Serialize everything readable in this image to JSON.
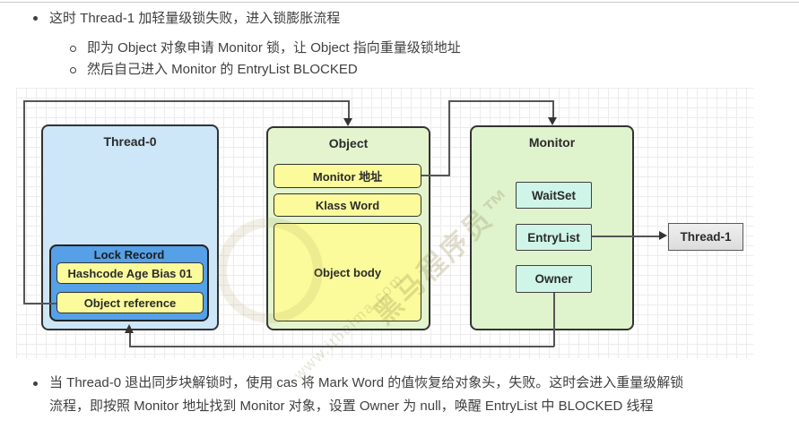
{
  "intro": {
    "bullet": "这时 Thread-1 加轻量级锁失败，进入锁膨胀流程",
    "sub_bullets": [
      "即为 Object 对象申请 Monitor 锁，让 Object 指向重量级锁地址",
      "然后自己进入 Monitor 的 EntryList BLOCKED"
    ]
  },
  "diagram": {
    "thread0": {
      "title": "Thread-0",
      "lock_record": {
        "title": "Lock Record",
        "fields": [
          "Hashcode Age Bias 01",
          "Object reference"
        ]
      }
    },
    "object": {
      "title": "Object",
      "monitor_addr": "Monitor 地址",
      "klass_word": "Klass Word",
      "body": "Object body"
    },
    "monitor": {
      "title": "Monitor",
      "waitset": "WaitSet",
      "entrylist": "EntryList",
      "owner": "Owner"
    },
    "thread1": {
      "title": "Thread-1"
    },
    "watermark": {
      "brand": "黑马程序员™",
      "url": "www.itheima.com"
    }
  },
  "outro": {
    "lines": [
      "当 Thread-0 退出同步块解锁时，使用 cas 将 Mark Word 的值恢复给对象头，失败。这时会进入重量级解锁",
      "流程，即按照 Monitor 地址找到 Monitor 对象，设置 Owner 为 null，唤醒 EntryList 中 BLOCKED 线程"
    ]
  },
  "colors": {
    "thread0_fill": "#cde6f8",
    "lock_record_fill": "#55a0e6",
    "yellow_fill": "#fbfb9b",
    "object_fill": "#e4f4cf",
    "monitor_fill": "#dff3cd",
    "cyan_fill": "#cff5e8",
    "thread1_fill": "#e4e4e4",
    "border": "#333333",
    "line": "#555555",
    "text": "#3f3f3f"
  }
}
